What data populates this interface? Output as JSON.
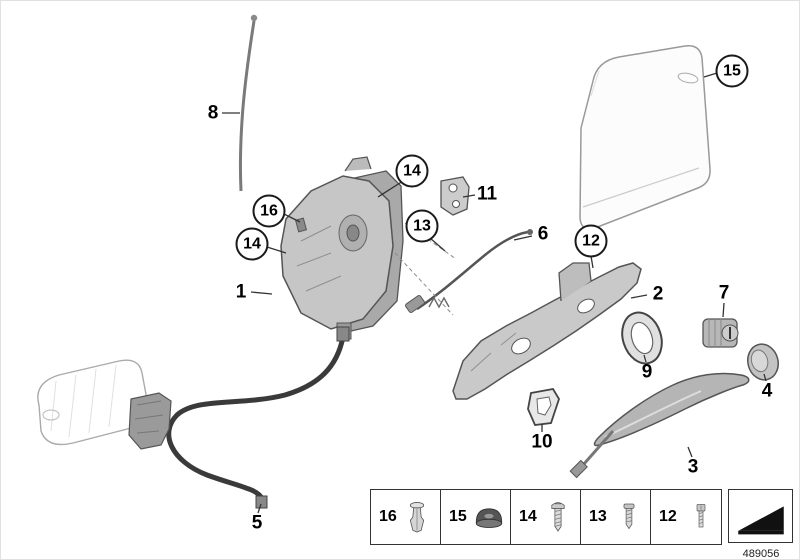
{
  "page": {
    "doc_number": "489056"
  },
  "callouts": [
    {
      "id": "8",
      "circled": false
    },
    {
      "id": "16",
      "circled": true
    },
    {
      "id": "14",
      "circled": true
    },
    {
      "id": "13",
      "circled": true
    },
    {
      "id": "14",
      "circled": true
    },
    {
      "id": "11",
      "circled": false
    },
    {
      "id": "6",
      "circled": false
    },
    {
      "id": "12",
      "circled": true
    },
    {
      "id": "15",
      "circled": true
    },
    {
      "id": "1",
      "circled": false
    },
    {
      "id": "2",
      "circled": false
    },
    {
      "id": "7",
      "circled": false
    },
    {
      "id": "9",
      "circled": false
    },
    {
      "id": "4",
      "circled": false
    },
    {
      "id": "10",
      "circled": false
    },
    {
      "id": "3",
      "circled": false
    },
    {
      "id": "5",
      "circled": false
    }
  ],
  "legend": {
    "items": [
      {
        "label": "16",
        "icon": "expansion-rivet"
      },
      {
        "label": "15",
        "icon": "sealing-grommet"
      },
      {
        "label": "14",
        "icon": "pan-head-screw"
      },
      {
        "label": "13",
        "icon": "torx-screw"
      },
      {
        "label": "12",
        "icon": "socket-head-screw"
      }
    ]
  },
  "colors": {
    "line": "#555555",
    "part_fill": "#c6c6c6",
    "cable": "#3a3a3a",
    "arrow": "#111111"
  }
}
